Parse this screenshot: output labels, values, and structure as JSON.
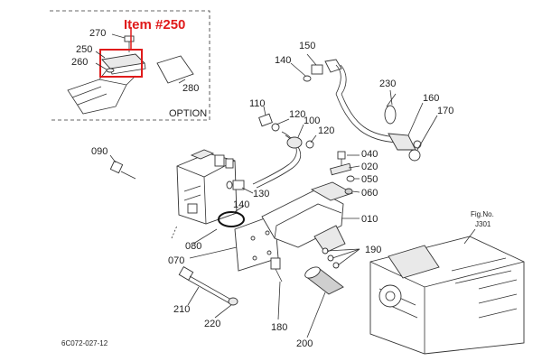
{
  "callout": {
    "title": "Item #250",
    "color": "#e01b1b"
  },
  "option_box": {
    "label": "OPTION"
  },
  "figure": {
    "ref_label": "Fig.No.",
    "ref_code": "J301",
    "code": "6C072-027-12"
  },
  "parts": {
    "p270": "270",
    "p250": "250",
    "p260": "260",
    "p280": "280",
    "p150": "150",
    "p140a": "140",
    "p230": "230",
    "p160": "160",
    "p170": "170",
    "p110": "110",
    "p120a": "120",
    "p100": "100",
    "p120b": "120",
    "p090": "090",
    "p040": "040",
    "p020": "020",
    "p050": "050",
    "p060": "060",
    "p130": "130",
    "p140b": "140",
    "p010": "010",
    "p080": "080",
    "p070": "070",
    "p190": "190",
    "p210": "210",
    "p220": "220",
    "p180": "180",
    "p200": "200"
  }
}
